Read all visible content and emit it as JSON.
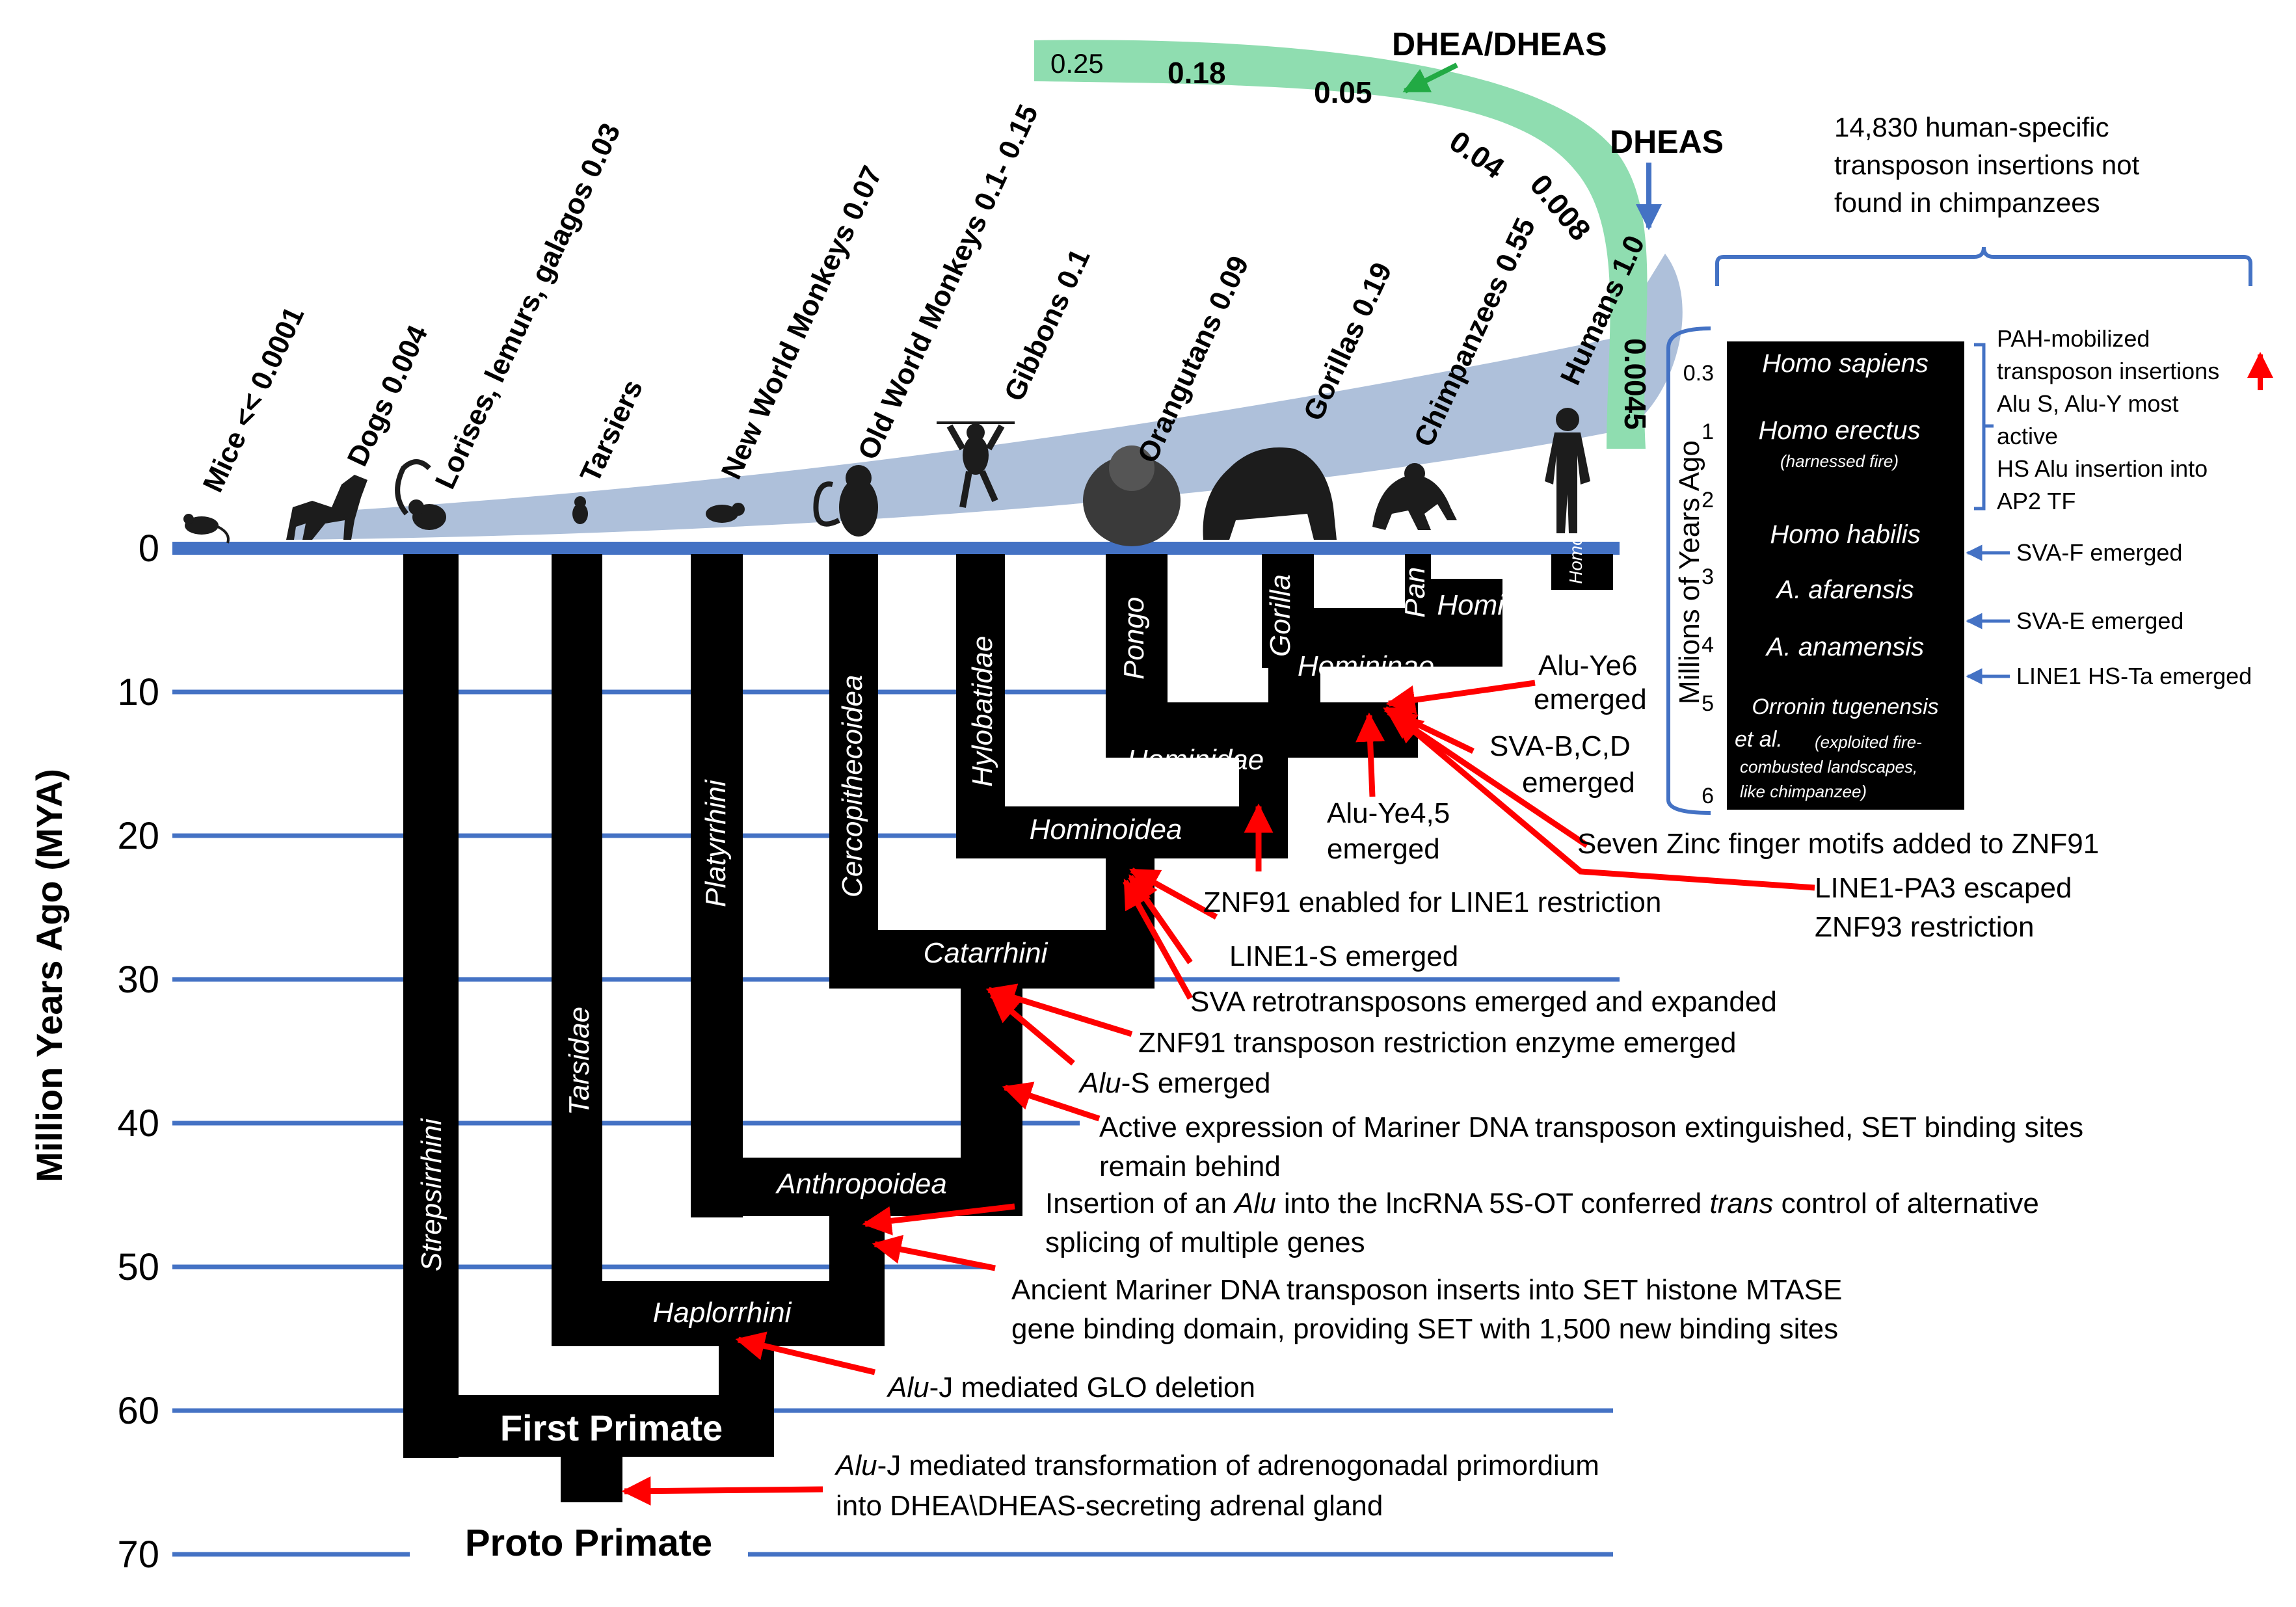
{
  "colors": {
    "axis_line": "#4472C4",
    "branch": "#000000",
    "arrow_red": "#FF0000",
    "arrow_blue": "#4472C4",
    "band_green": "#8FDDB0",
    "band_blue": "#AEC0DA"
  },
  "y_axis": {
    "label": "Million Years Ago (MYA)",
    "ticks": [
      "0",
      "10",
      "20",
      "30",
      "40",
      "50",
      "60",
      "70"
    ]
  },
  "taxa": {
    "strepsirrhini": "Strepsirrhini",
    "tarsidae": "Tarsidae",
    "platyrrhini": "Platyrrhini",
    "cercopithecoidea": "Cercopithecoidea",
    "hylobatidae": "Hylobatidae",
    "pongo": "Pongo",
    "gorilla": "Gorilla",
    "pan": "Pan",
    "homo": "Homo",
    "hominini": "Hominini",
    "homininae": "Homininae",
    "hominidae": "Hominidae",
    "hominoidea": "Hominoidea",
    "catarrhini": "Catarrhini",
    "anthropoidea": "Anthropoidea",
    "haplorrhini": "Haplorrhini",
    "first_primate": "First Primate",
    "proto_primate": "Proto Primate"
  },
  "species": [
    "Mice << 0.0001",
    "Dogs 0.004",
    "Lorises, lemurs, galagos 0.03",
    "Tarsiers",
    "New World Monkeys 0.07",
    "Old World Monkeys 0.1- 0.15",
    "Gibbons 0.1",
    "Orangutans 0.09",
    "Gorillas 0.19",
    "Chimpanzees 0.55",
    "Humans 1.0"
  ],
  "dhea": {
    "dhea_label": "DHEA/DHEAS",
    "dheas_label": "DHEAS",
    "green_values": [
      "0.25",
      "0.18",
      "0.05",
      "0.04",
      "0.008",
      "0.0045"
    ]
  },
  "annotations": {
    "alu_ye6": [
      "Alu-Ye6",
      "emerged"
    ],
    "sva_bcd": [
      "SVA-B,C,D",
      "emerged"
    ],
    "alu_ye45": [
      "Alu-Ye4,5",
      "emerged"
    ],
    "seven_zinc": "Seven Zinc finger motifs added to ZNF91",
    "line1_pa3": [
      "LINE1-PA3 escaped",
      "ZNF93 restriction"
    ],
    "znf91_enabled": "ZNF91 enabled for LINE1 restriction",
    "line1_s": "LINE1-S emerged",
    "sva_retro": "SVA retrotransposons emerged and expanded",
    "znf91_enzyme": "ZNF91 transposon restriction enzyme emerged",
    "alu_s_prefix": "Alu",
    "alu_s_suffix": "-S emerged",
    "mariner_extinct": [
      "Active expression of Mariner DNA transposon extinguished, SET binding sites",
      "remain behind"
    ],
    "alu_insert_a": "Insertion of an ",
    "alu_insert_b": "Alu",
    "alu_insert_c": " into the lncRNA 5S-OT conferred ",
    "alu_insert_d": "trans",
    "alu_insert_e": " control of alternative",
    "alu_insert_line2": "splicing of multiple genes",
    "mariner_ancient": [
      "Ancient Mariner DNA transposon inserts into SET histone MTASE",
      "gene binding domain, providing SET with 1,500 new binding sites"
    ],
    "aluj_glo_prefix": "Alu",
    "aluj_glo_suffix": "-J mediated GLO deletion",
    "aluj_adrenal_prefix": "Alu",
    "aluj_adrenal_suffix": "-J mediated transformation of adrenogonadal primordium",
    "aluj_adrenal_line2": "into DHEA\\DHEAS-secreting adrenal gland"
  },
  "inset": {
    "header": [
      "14,830 human-specific",
      "transposon insertions not",
      "found in chimpanzees"
    ],
    "axis_label": "Millions of Years Ago",
    "ticks": [
      "0.3",
      "1",
      "2",
      "3",
      "4",
      "5",
      "6"
    ],
    "species": [
      "Homo sapiens",
      "Homo erectus",
      "(harnessed fire)",
      "Homo habilis",
      "A. afarensis",
      "A. anamensis",
      "Orronin tugenensis",
      "et al.",
      "(exploited fire-",
      "combusted landscapes,",
      "like chimpanzee)"
    ],
    "pah_note": [
      "PAH-mobilized",
      "transposon insertions",
      "Alu S, Alu-Y most",
      "active",
      "HS Alu insertion into",
      "AP2 TF"
    ],
    "events": [
      "SVA-F emerged",
      "SVA-E emerged",
      "LINE1 HS-Ta emerged"
    ]
  }
}
